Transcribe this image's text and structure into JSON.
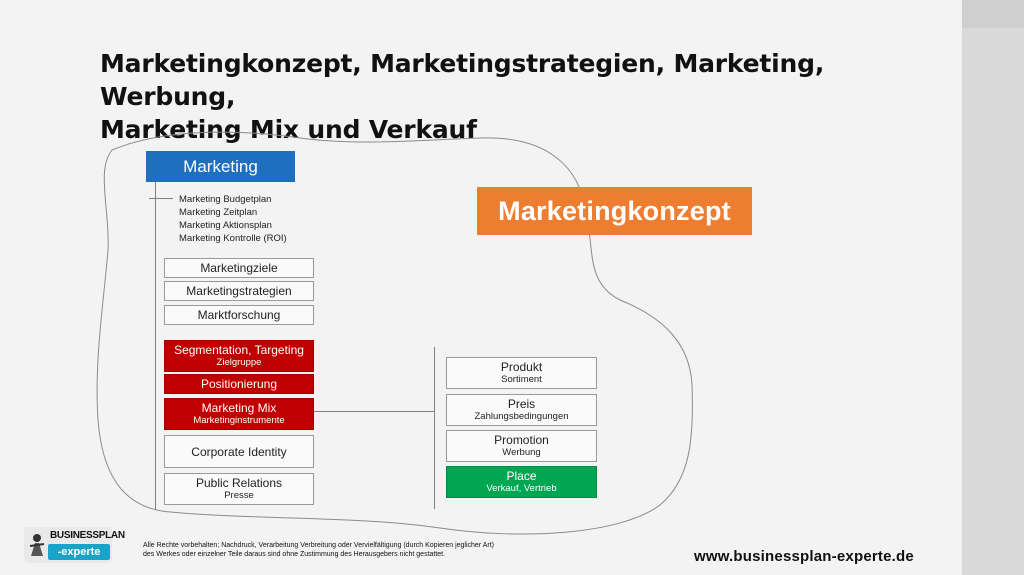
{
  "title": {
    "line1": "Marketingkonzept, Marketingstrategien, Marketing, Werbung,",
    "line2": "Marketing Mix und Verkauf"
  },
  "marketing": {
    "label": "Marketing",
    "items": [
      "Marketing Budgetplan",
      "Marketing Zeitplan",
      "Marketing Aktionsplan",
      "Marketing Kontrolle (ROI)"
    ]
  },
  "konzept_label": "Marketingkonzept",
  "left_boxes": [
    {
      "label": "Marketingziele",
      "sub": ""
    },
    {
      "label": "Marketingstrategien",
      "sub": ""
    },
    {
      "label": "Marktforschung",
      "sub": ""
    },
    {
      "label": "Segmentation, Targeting",
      "sub": "Zielgruppe"
    },
    {
      "label": "Positionierung",
      "sub": ""
    },
    {
      "label": "Marketing Mix",
      "sub": "Marketinginstrumente"
    },
    {
      "label": "Corporate Identity",
      "sub": ""
    },
    {
      "label": "Public Relations",
      "sub": "Presse"
    }
  ],
  "right_boxes": [
    {
      "label": "Produkt",
      "sub": "Sortiment"
    },
    {
      "label": "Preis",
      "sub": "Zahlungsbedingungen"
    },
    {
      "label": "Promotion",
      "sub": "Werbung"
    },
    {
      "label": "Place",
      "sub": "Verkauf, Vertrieb"
    }
  ],
  "colors": {
    "marketing_blue": "#1f6fc0",
    "konzept_orange": "#ed7d31",
    "highlight_red": "#c00000",
    "place_green": "#00a651"
  },
  "logo": {
    "top": "BUSINESSPLAN",
    "bottom": "-experte"
  },
  "footer": {
    "legal_line1": "Alle Rechte vorbehalten; Nachdruck, Verarbeitung Verbreitung oder Vervielfältigung (durch Kopieren jeglicher Art)",
    "legal_line2": "des Werkes oder einzelner Teile daraus sind ohne Zustimmung des Herausgebers nicht gestattet.",
    "website": "www.businessplan-experte.de"
  }
}
